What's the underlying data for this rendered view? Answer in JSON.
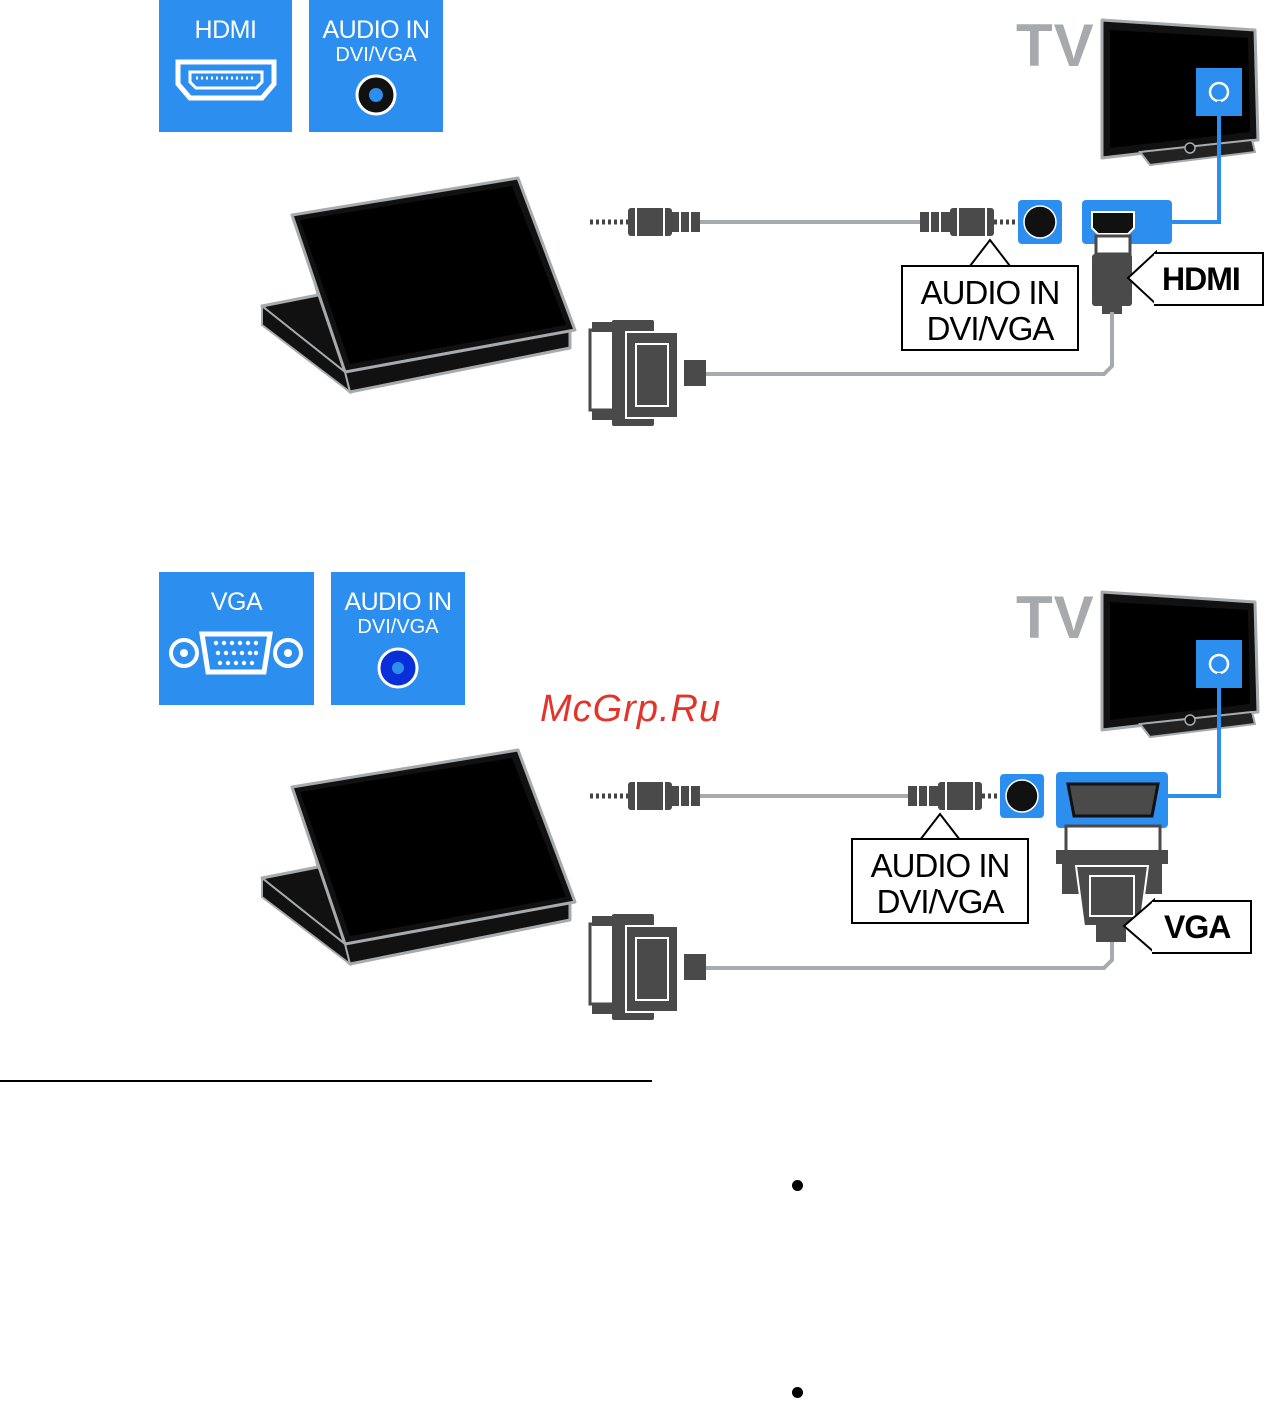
{
  "section1": {
    "port_hdmi": "HDMI",
    "port_audio_line1": "AUDIO IN",
    "port_audio_line2": "DVI/VGA",
    "tv": "TV",
    "callout_audio_line1": "AUDIO IN",
    "callout_audio_line2": "DVI/VGA",
    "tag_hdmi": "HDMI"
  },
  "section2": {
    "port_vga": "VGA",
    "port_audio_line1": "AUDIO IN",
    "port_audio_line2": "DVI/VGA",
    "tv": "TV",
    "callout_audio_line1": "AUDIO IN",
    "callout_audio_line2": "DVI/VGA",
    "tag_vga": "VGA"
  },
  "watermark": "McGrp.Ru",
  "colors": {
    "port_blue": "#2c8ff0",
    "tv_grey": "#a6aaad",
    "cable_grey": "#a8abae",
    "watermark_red": "#e1352c"
  }
}
